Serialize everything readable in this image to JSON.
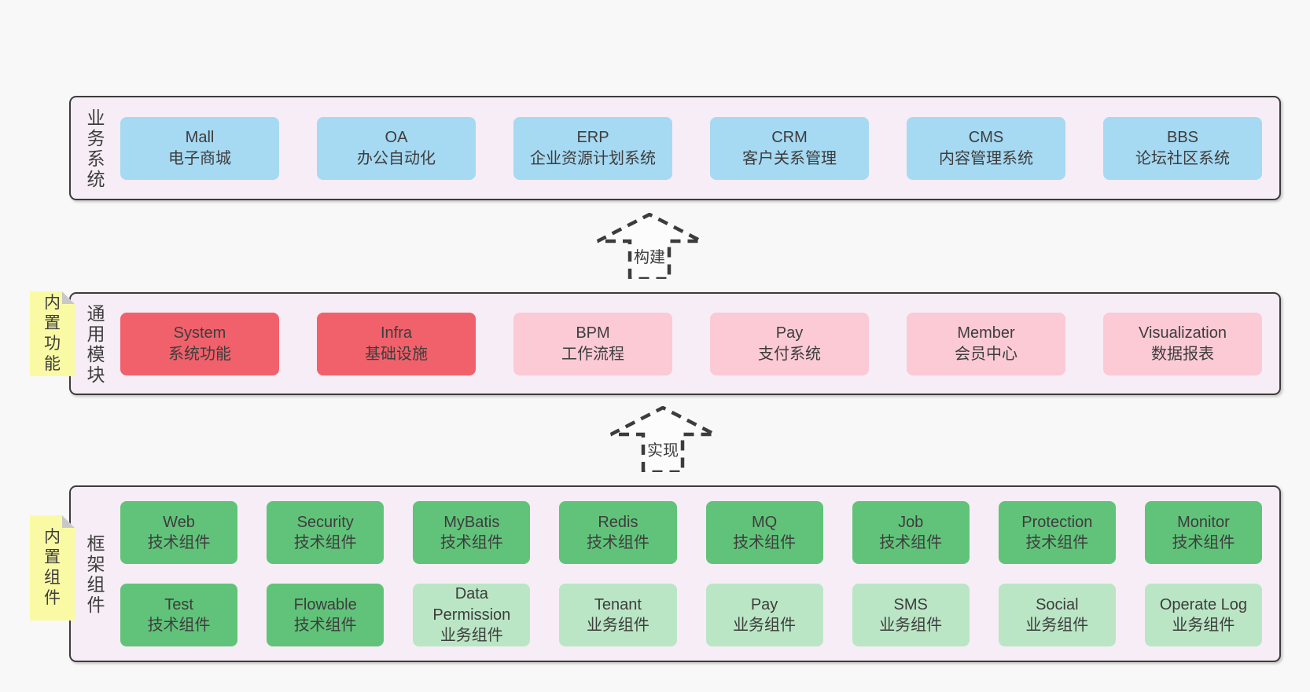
{
  "colors": {
    "page_bg": "#f8f8f8",
    "section_bg": "#f7edf6",
    "border": "#3c3c3c",
    "text": "#3d3d3d",
    "blue": "#a6d9f2",
    "red": "#f0616b",
    "pink": "#fbcad4",
    "green": "#61c379",
    "green_light": "#bae6c5",
    "note_yellow": "#fafaa5",
    "fold_gray": "#c8c8c8",
    "arrow_fill": "#fcfcfc"
  },
  "arrows": [
    {
      "label": "构建"
    },
    {
      "label": "实现"
    }
  ],
  "notes": [
    {
      "text": "内置功能"
    },
    {
      "text": "内置组件"
    }
  ],
  "sections": [
    {
      "id": "business",
      "title": "业务系统",
      "rows": [
        [
          {
            "name": "Mall",
            "subtitle": "电子商城",
            "variant": "blue"
          },
          {
            "name": "OA",
            "subtitle": "办公自动化",
            "variant": "blue"
          },
          {
            "name": "ERP",
            "subtitle": "企业资源计划系统",
            "variant": "blue"
          },
          {
            "name": "CRM",
            "subtitle": "客户关系管理",
            "variant": "blue"
          },
          {
            "name": "CMS",
            "subtitle": "内容管理系统",
            "variant": "blue"
          },
          {
            "name": "BBS",
            "subtitle": "论坛社区系统",
            "variant": "blue"
          }
        ]
      ]
    },
    {
      "id": "modules",
      "title": "通用模块",
      "rows": [
        [
          {
            "name": "System",
            "subtitle": "系统功能",
            "variant": "red"
          },
          {
            "name": "Infra",
            "subtitle": "基础设施",
            "variant": "red"
          },
          {
            "name": "BPM",
            "subtitle": "工作流程",
            "variant": "pink"
          },
          {
            "name": "Pay",
            "subtitle": "支付系统",
            "variant": "pink"
          },
          {
            "name": "Member",
            "subtitle": "会员中心",
            "variant": "pink"
          },
          {
            "name": "Visualization",
            "subtitle": "数据报表",
            "variant": "pink"
          }
        ]
      ]
    },
    {
      "id": "components",
      "title": "框架组件",
      "rows": [
        [
          {
            "name": "Web",
            "subtitle": "技术组件",
            "variant": "green"
          },
          {
            "name": "Security",
            "subtitle": "技术组件",
            "variant": "green"
          },
          {
            "name": "MyBatis",
            "subtitle": "技术组件",
            "variant": "green"
          },
          {
            "name": "Redis",
            "subtitle": "技术组件",
            "variant": "green"
          },
          {
            "name": "MQ",
            "subtitle": "技术组件",
            "variant": "green"
          },
          {
            "name": "Job",
            "subtitle": "技术组件",
            "variant": "green"
          },
          {
            "name": "Protection",
            "subtitle": "技术组件",
            "variant": "green"
          },
          {
            "name": "Monitor",
            "subtitle": "技术组件",
            "variant": "green"
          }
        ],
        [
          {
            "name": "Test",
            "subtitle": "技术组件",
            "variant": "green"
          },
          {
            "name": "Flowable",
            "subtitle": "技术组件",
            "variant": "green"
          },
          {
            "name": "Data Permission",
            "subtitle": "业务组件",
            "variant": "green-light"
          },
          {
            "name": "Tenant",
            "subtitle": "业务组件",
            "variant": "green-light"
          },
          {
            "name": "Pay",
            "subtitle": "业务组件",
            "variant": "green-light"
          },
          {
            "name": "SMS",
            "subtitle": "业务组件",
            "variant": "green-light"
          },
          {
            "name": "Social",
            "subtitle": "业务组件",
            "variant": "green-light"
          },
          {
            "name": "Operate Log",
            "subtitle": "业务组件",
            "variant": "green-light"
          }
        ]
      ]
    }
  ]
}
